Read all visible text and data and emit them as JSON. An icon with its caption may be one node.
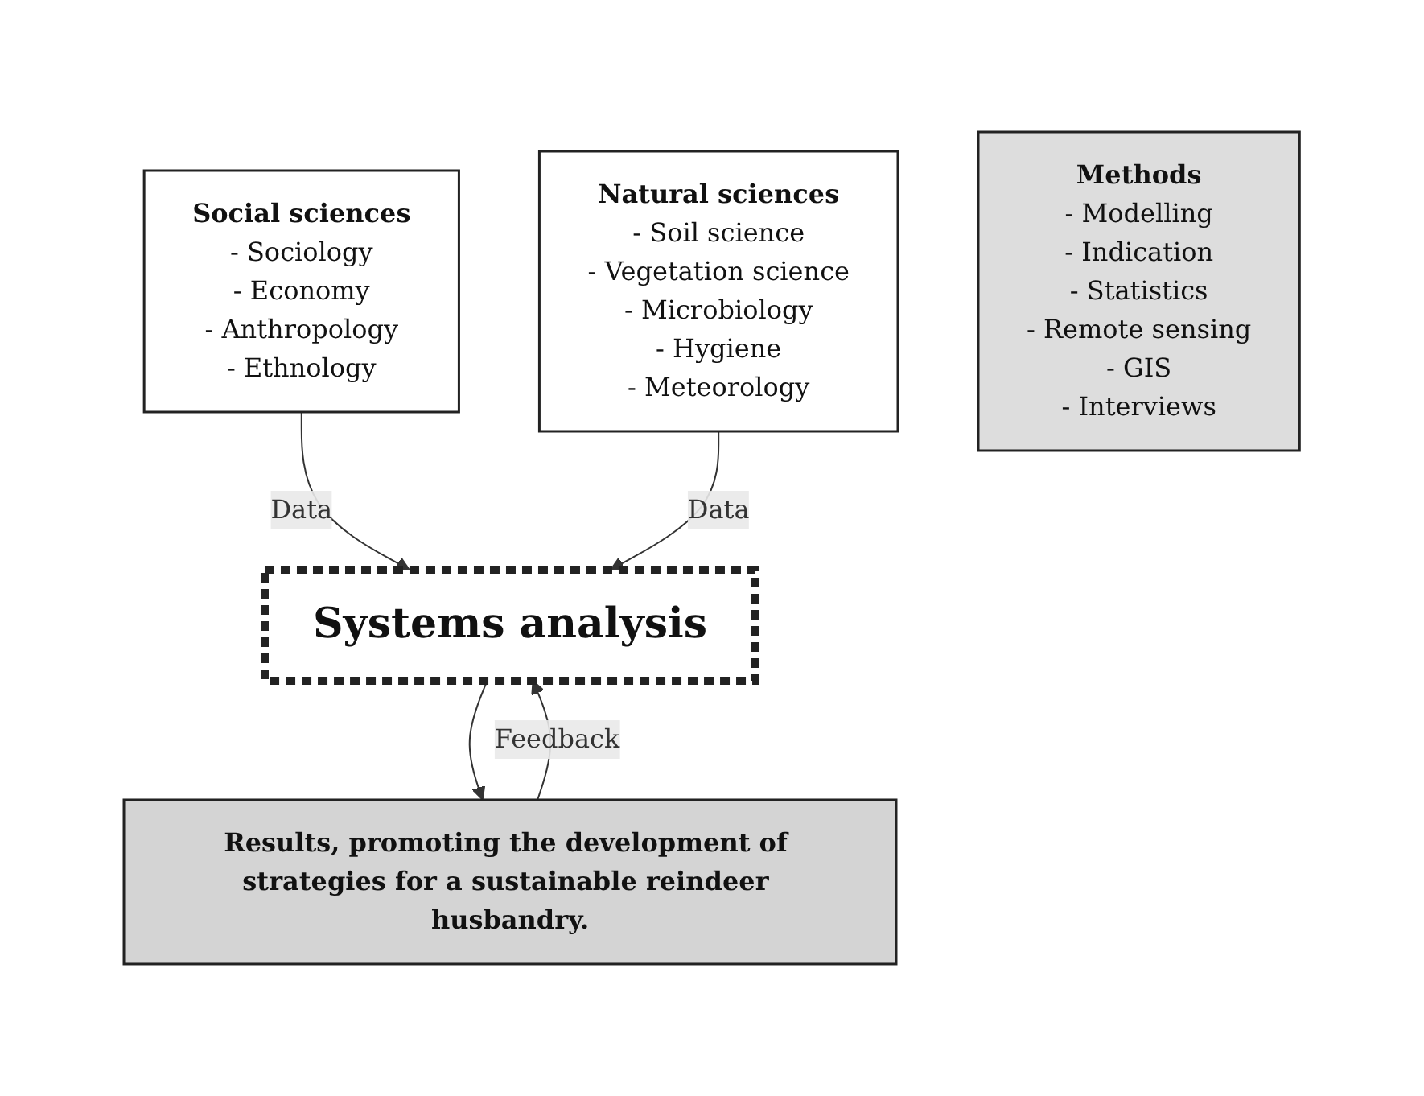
{
  "diagram": {
    "nodes": [
      {
        "text": [
          "Social sciences",
          "- Sociology",
          "- Economy",
          "- Anthropology",
          "- Ethnology"
        ]
      },
      {
        "text": [
          "Natural sciences",
          "- Soil science",
          "- Vegetation science",
          "- Microbiology",
          "- Hygiene",
          "- Meteorology"
        ]
      },
      {
        "text": [
          "Systems analysis"
        ]
      },
      {
        "text": [
          "Methods",
          "- Modelling",
          "- Indication",
          "- Statistics",
          "- Remote sensing",
          "- GIS",
          "- Interviews"
        ]
      },
      {
        "text": [
          "Results, promoting the development of strategies for a sustainable reindeer husbandry."
        ]
      }
    ],
    "edges": [
      {
        "from": 0,
        "to": 2,
        "arrow": "to",
        "label": "Data"
      },
      {
        "from": 1,
        "to": 2,
        "arrow": "to",
        "label": "Data"
      },
      {
        "from": 2,
        "to": 4,
        "arrow": "to"
      },
      {
        "from": 4,
        "to": 2,
        "arrow": "to",
        "label": "Feedback"
      }
    ]
  }
}
